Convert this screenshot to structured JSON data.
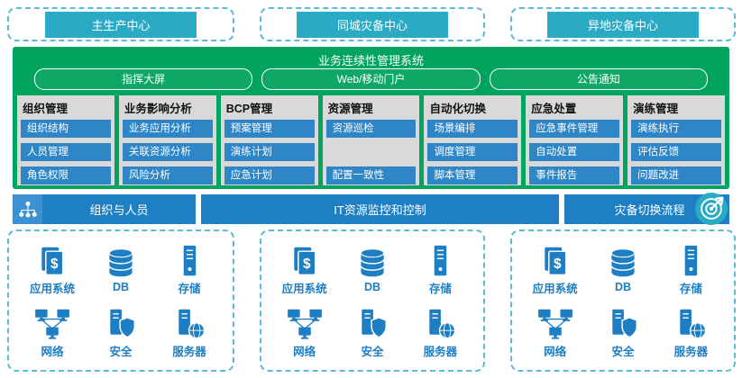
{
  "top_centers": [
    {
      "label": "主生产中心"
    },
    {
      "label": "同城灾备中心"
    },
    {
      "label": "异地灾备中心"
    }
  ],
  "platform": {
    "title": "业务连续性管理系统",
    "portals": [
      {
        "label": "指挥大屏"
      },
      {
        "label": "Web/移动门户"
      },
      {
        "label": "公告通知"
      }
    ],
    "modules": [
      {
        "header": "组织管理",
        "items": [
          {
            "label": "组织结构"
          },
          {
            "label": "人员管理"
          },
          {
            "label": "角色权限"
          }
        ]
      },
      {
        "header": "业务影响分析",
        "items": [
          {
            "label": "业务应用分析"
          },
          {
            "label": "关联资源分析"
          },
          {
            "label": "风险分析"
          }
        ]
      },
      {
        "header": "BCP管理",
        "items": [
          {
            "label": "预案管理"
          },
          {
            "label": "演练计划"
          },
          {
            "label": "应急计划"
          }
        ]
      },
      {
        "header": "资源管理",
        "items": [
          {
            "label": "资源巡检"
          },
          {
            "label": "配置一致性"
          }
        ]
      },
      {
        "header": "自动化切换",
        "items": [
          {
            "label": "场景编排"
          },
          {
            "label": "调度管理"
          },
          {
            "label": "脚本管理"
          }
        ]
      },
      {
        "header": "应急处置",
        "items": [
          {
            "label": "应急事件管理"
          },
          {
            "label": "自动处置"
          },
          {
            "label": "事件报告"
          }
        ]
      },
      {
        "header": "演练管理",
        "items": [
          {
            "label": "演练执行"
          },
          {
            "label": "评估反馈"
          },
          {
            "label": "问题改进"
          }
        ]
      }
    ]
  },
  "middle_bar": {
    "org_people": "组织与人员",
    "it_monitor": "IT资源监控和控制",
    "dr_switch": "灾备切换流程"
  },
  "infrastructure": {
    "items": [
      {
        "label": "应用系统",
        "icon": "app-system-icon"
      },
      {
        "label": "DB",
        "icon": "database-icon"
      },
      {
        "label": "存储",
        "icon": "storage-icon"
      },
      {
        "label": "网络",
        "icon": "network-icon"
      },
      {
        "label": "安全",
        "icon": "security-icon"
      },
      {
        "label": "服务器",
        "icon": "server-icon"
      }
    ]
  },
  "colors": {
    "teal_header": "#2BAAC5",
    "dashed_border": "#5BBAD5",
    "panel_green": "#00A45E",
    "module_gray": "#D9D9D9",
    "button_blue": "#2F86C7",
    "bar_blue": "#1E7FC5",
    "icon_blue": "#1E7EC4"
  }
}
